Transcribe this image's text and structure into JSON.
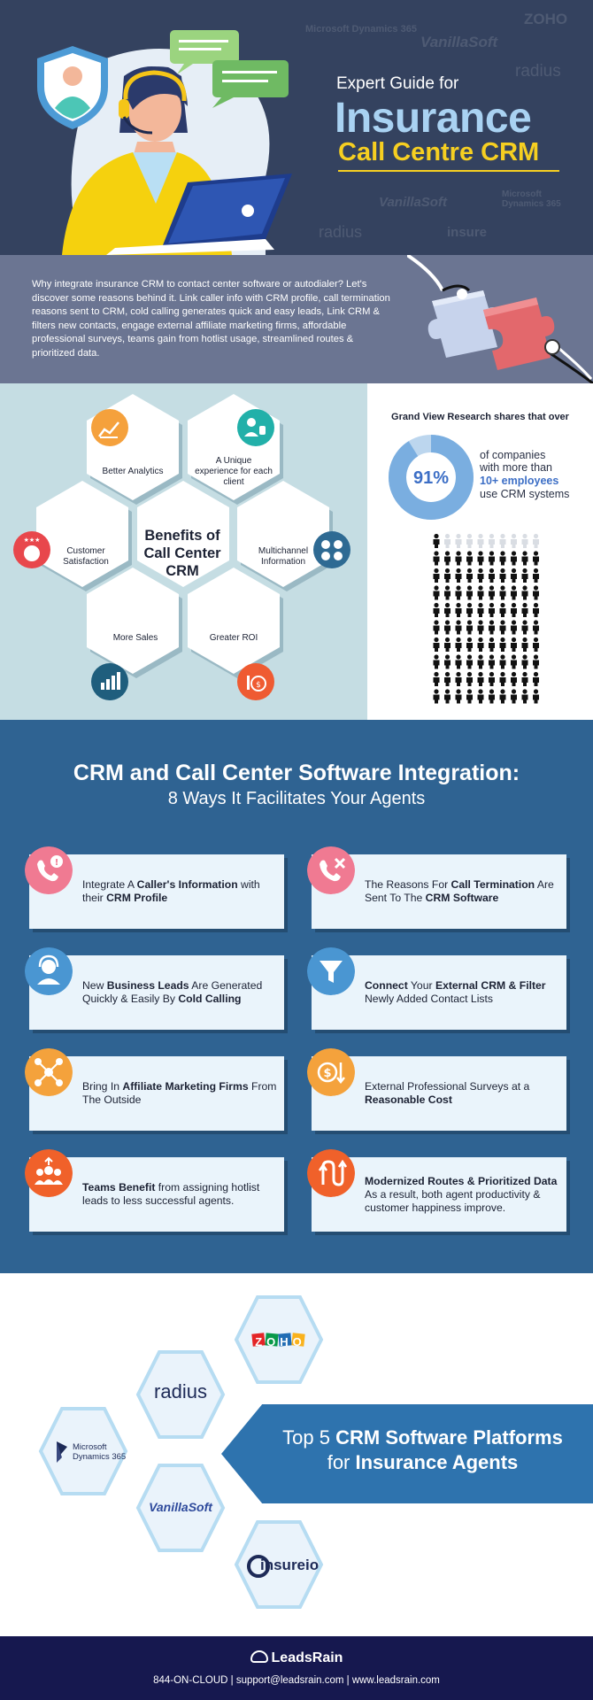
{
  "hero": {
    "pre_title": "Expert Guide for",
    "title": "Insurance",
    "subtitle": "Call Centre CRM"
  },
  "watermarks": [
    {
      "name": "Microsoft Dynamics 365"
    },
    {
      "name": "VanillaSoft"
    },
    {
      "name": "radius"
    },
    {
      "name": "ZOHO"
    },
    {
      "name": "insure"
    }
  ],
  "intro": {
    "text": "Why integrate insurance CRM to contact center software or autodialer? Let's discover some reasons behind it. Link caller info with CRM profile, call termination reasons sent to CRM, cold calling generates quick and easy leads, Link CRM & filters new contacts, engage external affiliate marketing firms, affordable professional surveys, teams gain from hotlist usage, streamlined routes & prioritized data."
  },
  "benefits": {
    "center_line1": "Benefits of",
    "center_line2": "Call Center",
    "center_line3": "CRM",
    "items": [
      {
        "label": "Better Analytics",
        "icon": "chart-analytics-icon",
        "color": "#f5a13c"
      },
      {
        "label": "A Unique experience for each client",
        "icon": "thumbs-up-user-icon",
        "color": "#22b0a9"
      },
      {
        "label": "Customer Satisfaction",
        "icon": "smiley-stars-icon",
        "color": "#e8474c"
      },
      {
        "label": "Multichannel Information",
        "icon": "channels-icon",
        "color": "#2e6a93"
      },
      {
        "label": "More Sales",
        "icon": "sales-growth-icon",
        "color": "#1f5e7d"
      },
      {
        "label": "Greater ROI",
        "icon": "roi-money-icon",
        "color": "#ef5b32"
      }
    ]
  },
  "stat": {
    "heading": "Grand View Research shares that over",
    "percent": "91%",
    "percent_value": 91,
    "line1": "of companies",
    "line2": "with more than",
    "line3": "10+ employees",
    "line4": "use CRM systems",
    "icon": "people-grid-icon"
  },
  "ways": {
    "title": "CRM and Call Center Software Integration:",
    "subtitle": "8 Ways It Facilitates Your Agents",
    "items": [
      {
        "p1": "Integrate A ",
        "b1": "Caller's Information",
        "p2": " with their ",
        "b2": "CRM Profile",
        "p3": "",
        "icon": "phone-info-icon",
        "color": "#f07a92"
      },
      {
        "p1": "The Reasons For ",
        "b1": "Call Termination",
        "p2": " Are Sent To The ",
        "b2": "CRM Software",
        "p3": "",
        "icon": "call-end-icon",
        "color": "#f07a92"
      },
      {
        "p1": "New ",
        "b1": "Business Leads",
        "p2": " Are Generated Quickly & Easily By ",
        "b2": "Cold Calling",
        "p3": "",
        "icon": "headset-agent-icon",
        "color": "#4a96d2"
      },
      {
        "p1": "",
        "b1": "Connect",
        "p2": " Your ",
        "b2": "External CRM & Filter",
        "p3": " Newly Added Contact Lists",
        "icon": "filter-icon",
        "color": "#4a96d2"
      },
      {
        "p1": "Bring In ",
        "b1": "Affiliate Marketing Firms",
        "p2": " From The Outside",
        "b2": "",
        "p3": "",
        "icon": "affiliate-network-icon",
        "color": "#f4a23c"
      },
      {
        "p1": "External Professional Surveys at a ",
        "b1": "Reasonable Cost",
        "p2": "",
        "b2": "",
        "p3": "",
        "icon": "cost-coin-icon",
        "color": "#f4a23c"
      },
      {
        "p1": "",
        "b1": "Teams Benefit",
        "p2": " from assigning hotlist leads to less successful agents.",
        "b2": "",
        "p3": "",
        "icon": "team-icon",
        "color": "#f0612a"
      },
      {
        "p1": "",
        "b1": "Modernized Routes & Prioritized Data",
        "p2": " As a result, both agent productivity & customer happiness improve.",
        "b2": "",
        "p3": "",
        "icon": "routes-icon",
        "color": "#f0612a"
      }
    ]
  },
  "platforms": {
    "title_p1": "Top 5 ",
    "title_b1": "CRM Software Platforms",
    "title_p2": "for ",
    "title_b2": "Insurance Agents",
    "logos": [
      {
        "name": "ZOHO",
        "icon": "zoho-logo"
      },
      {
        "name": "radius",
        "icon": "radius-logo"
      },
      {
        "name": "Microsoft Dynamics 365",
        "icon": "microsoft-dynamics-logo"
      },
      {
        "name": "VanillaSoft",
        "icon": "vanillasoft-logo"
      },
      {
        "name": "insureio",
        "icon": "insureio-logo"
      }
    ]
  },
  "footer": {
    "brand": "LeadsRain",
    "contact": "844-ON-CLOUD | support@leadsrain.com | www.leadsrain.com",
    "icon": "leadsrain-hands-icon"
  }
}
